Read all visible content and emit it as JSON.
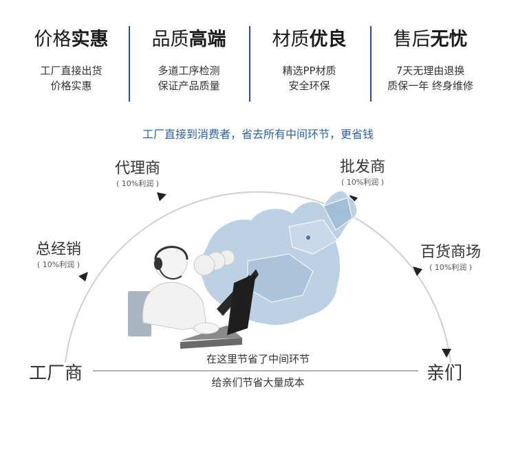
{
  "features": [
    {
      "title_plain": "价格",
      "title_bold": "实惠",
      "line1": "工厂直接出货",
      "line2": "价格实惠"
    },
    {
      "title_plain": "品质",
      "title_bold": "高端",
      "line1": "多道工序检测",
      "line2": "保证产品质量"
    },
    {
      "title_plain": "材质",
      "title_bold": "优良",
      "line1": "精选PP材质",
      "line2": "安全环保"
    },
    {
      "title_plain": "售后",
      "title_bold": "无忧",
      "line1": "7天无理由退换",
      "line2": "质保一年 终身维修"
    }
  ],
  "tagline": "工厂直接到消费者，省去所有中间环节，更省钱",
  "diagram": {
    "start": "工厂商",
    "end": "亲们",
    "middlemen": [
      {
        "name": "总经销",
        "profit": "( 10%利润 )"
      },
      {
        "name": "代理商",
        "profit": "( 10%利润 )"
      },
      {
        "name": "批发商",
        "profit": "( 10%利润 )"
      },
      {
        "name": "百货商场",
        "profit": "( 10%利润 )"
      }
    ],
    "savings_line1": "在这里节省了中间环节",
    "savings_line2": "给亲们节省大量成本"
  },
  "colors": {
    "accent": "#2e5f9c",
    "separator": "#27508a",
    "arc": "#cccccc",
    "map": "#b7cde0"
  }
}
